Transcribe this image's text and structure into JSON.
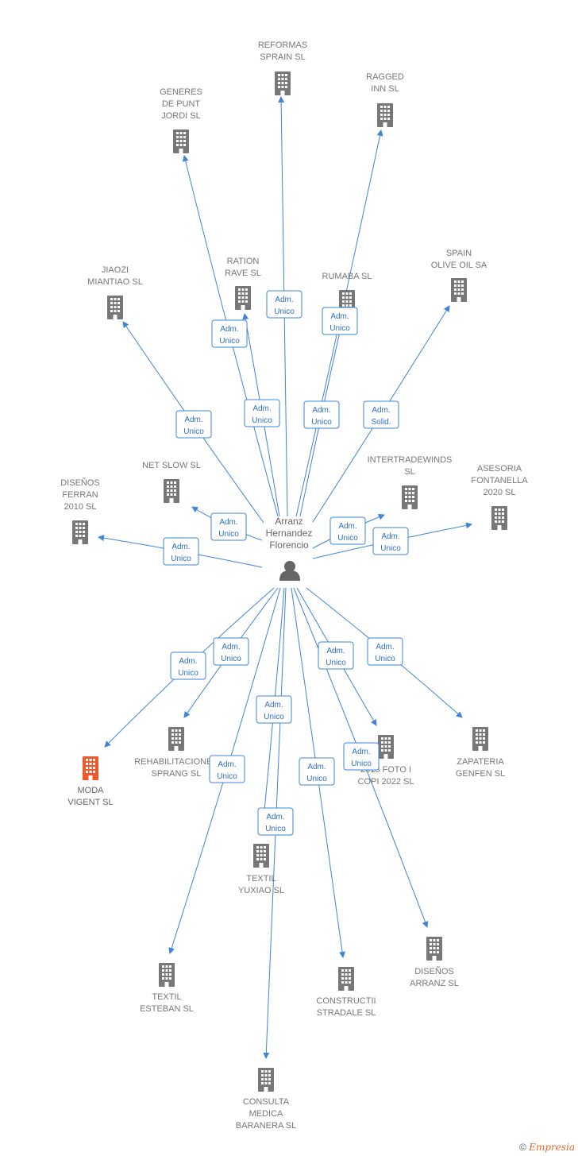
{
  "person": {
    "name_lines": [
      "Arranz",
      "Hernandez",
      "Florencio"
    ]
  },
  "companies": [
    {
      "id": "reformas",
      "lines": [
        "REFORMAS",
        "SPRAIN SL"
      ],
      "highlight": false
    },
    {
      "id": "ragged",
      "lines": [
        "RAGGED",
        "INN SL"
      ],
      "highlight": false
    },
    {
      "id": "generes",
      "lines": [
        "GENERES",
        "DE PUNT",
        "JORDI  SL"
      ],
      "highlight": false
    },
    {
      "id": "ration",
      "lines": [
        "RATION",
        "RAVE SL"
      ],
      "highlight": false
    },
    {
      "id": "rumaba",
      "lines": [
        "RUMABA SL"
      ],
      "highlight": false
    },
    {
      "id": "spain-olive",
      "lines": [
        "SPAIN",
        "OLIVE OIL SA"
      ],
      "highlight": false
    },
    {
      "id": "jiaozi",
      "lines": [
        "JIAOZI",
        "MIANTIAO  SL"
      ],
      "highlight": false
    },
    {
      "id": "net-slow",
      "lines": [
        "NET SLOW SL"
      ],
      "highlight": false
    },
    {
      "id": "intertradewinds",
      "lines": [
        "INTERTRADEWINDS",
        "SL"
      ],
      "highlight": false
    },
    {
      "id": "asesoria",
      "lines": [
        "ASESORIA",
        "FONTANELLA",
        "2020  SL"
      ],
      "highlight": false
    },
    {
      "id": "disenos-ferran",
      "lines": [
        "DISEÑOS",
        "FERRAN",
        "2010  SL"
      ],
      "highlight": false
    },
    {
      "id": "moda-vigent",
      "lines": [
        "MODA",
        "VIGENT  SL"
      ],
      "highlight": true
    },
    {
      "id": "rehabilitaciones",
      "lines": [
        "REHABILITACIONES",
        "SPRANG SL"
      ],
      "highlight": false
    },
    {
      "id": "foto-copi",
      "lines": [
        "2013 FOTO I",
        "COPI 2022  SL"
      ],
      "highlight": false
    },
    {
      "id": "zapateria",
      "lines": [
        "ZAPATERIA",
        "GENFEN SL"
      ],
      "highlight": false
    },
    {
      "id": "textil-yuxiao",
      "lines": [
        "TEXTIL",
        "YUXIAO SL"
      ],
      "highlight": false
    },
    {
      "id": "textil-esteban",
      "lines": [
        "TEXTIL",
        "ESTEBAN  SL"
      ],
      "highlight": false
    },
    {
      "id": "constructii",
      "lines": [
        "CONSTRUCTII",
        "STRADALE SL"
      ],
      "highlight": false
    },
    {
      "id": "disenos-arranz",
      "lines": [
        "DISEÑOS",
        "ARRANZ  SL"
      ],
      "highlight": false
    },
    {
      "id": "consulta",
      "lines": [
        "CONSULTA",
        "MEDICA",
        "BARANERA  SL"
      ],
      "highlight": false
    }
  ],
  "relations": [
    {
      "to": "reformas",
      "role": [
        "Adm.",
        "Unico"
      ]
    },
    {
      "to": "ragged",
      "role": [
        "Adm.",
        "Unico"
      ]
    },
    {
      "to": "generes",
      "role": [
        "Adm.",
        "Unico"
      ]
    },
    {
      "to": "ration",
      "role": [
        "Adm.",
        "Unico"
      ]
    },
    {
      "to": "rumaba",
      "role": [
        "Adm.",
        "Unico"
      ]
    },
    {
      "to": "spain-olive",
      "role": [
        "Adm.",
        "Solid."
      ]
    },
    {
      "to": "jiaozi",
      "role": [
        "Adm.",
        "Unico"
      ]
    },
    {
      "to": "net-slow",
      "role": [
        "Adm.",
        "Unico"
      ]
    },
    {
      "to": "intertradewinds",
      "role": [
        "Adm.",
        "Unico"
      ]
    },
    {
      "to": "asesoria",
      "role": [
        "Adm.",
        "Unico"
      ]
    },
    {
      "to": "disenos-ferran",
      "role": [
        "Adm.",
        "Unico"
      ]
    },
    {
      "to": "moda-vigent",
      "role": [
        "Adm.",
        "Unico"
      ]
    },
    {
      "to": "rehabilitaciones",
      "role": [
        "Adm.",
        "Unico"
      ]
    },
    {
      "to": "foto-copi",
      "role": [
        "Adm.",
        "Unico"
      ]
    },
    {
      "to": "zapateria",
      "role": [
        "Adm.",
        "Unico"
      ]
    },
    {
      "to": "textil-yuxiao",
      "role": [
        "Adm.",
        "Unico"
      ]
    },
    {
      "to": "textil-esteban",
      "role": [
        "Adm.",
        "Unico"
      ]
    },
    {
      "to": "constructii",
      "role": [
        "Adm.",
        "Unico"
      ]
    },
    {
      "to": "disenos-arranz",
      "role": [
        "Adm.",
        "Unico"
      ]
    },
    {
      "to": "consulta",
      "role": [
        "Adm.",
        "Unico"
      ]
    }
  ],
  "colors": {
    "edge": "#3f84d6",
    "building": "#777777",
    "highlight": "#f0582b",
    "person": "#666666"
  },
  "footer": {
    "copyright": "©",
    "brand": "Empresia"
  }
}
